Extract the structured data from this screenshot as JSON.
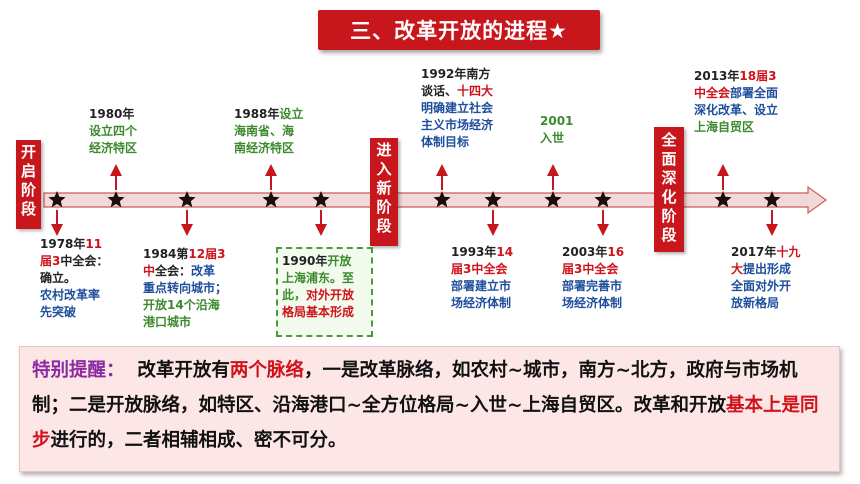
{
  "title": "三、改革开放的进程★",
  "stages": {
    "start": [
      "开",
      "启",
      "阶",
      "段"
    ],
    "enter": [
      "进",
      "入",
      "新",
      "阶",
      "段"
    ],
    "deep": [
      "全",
      "面",
      "深",
      "化",
      "阶",
      "段"
    ]
  },
  "events": {
    "e1978": {
      "l1a": "1978年",
      "l1b": "11",
      "l2a": "届3",
      "l2b": "中全会：",
      "l3": "确立。",
      "l4": "农村改革率",
      "l5": "先突破"
    },
    "e1980": {
      "l1": "1980年",
      "l2": "设立四个",
      "l3": "经济特区"
    },
    "e1984": {
      "l1a": "1984第",
      "l1b": "12届3",
      "l2a": "中",
      "l2b": "全会：",
      "l2c": "改革",
      "l3": "重点转向城市；",
      "l4": "开放14个沿海",
      "l5": "港口城市"
    },
    "e1988": {
      "l1a": "1988年",
      "l1b": "设立",
      "l2": "海南省、海",
      "l3": "南经济特区"
    },
    "e1990": {
      "l1a": "1990年",
      "l1b": "开放",
      "l2": "上海浦东。至",
      "l3a": "此，",
      "l3b": "对外开放",
      "l4": "格局基本形成"
    },
    "e1992": {
      "l1": "1992年南方",
      "l2a": "谈话、",
      "l2b": "十四大",
      "l3": "明确建立社会",
      "l4": "主义市场经济",
      "l5": "体制目标"
    },
    "e1993": {
      "l1a": "1993年",
      "l1b": "14",
      "l2": "届3中全会",
      "l3": "部署建立市",
      "l4": "场经济体制"
    },
    "e2001": {
      "l1": "2001",
      "l2": "入世"
    },
    "e2003": {
      "l1a": "2003年",
      "l1b": "16",
      "l2": "届3中全会",
      "l3": "部署完善市",
      "l4": "场经济体制"
    },
    "e2013": {
      "l1a": "2013年",
      "l1b": "18届3",
      "l2a": "中全会",
      "l2b": "部署全面",
      "l3": "深化改革、设立",
      "l4": "上海自贸区"
    },
    "e2017": {
      "l1a": "2017年",
      "l1b": "十九",
      "l2a": "大",
      "l2b": "提出形成",
      "l3": "全面对外开",
      "l4": "放新格局"
    }
  },
  "reminder": {
    "label": "特别提醒：",
    "t1": "改革开放有",
    "h1": "两个脉络",
    "t2": "，一是改革脉络，如农村~城市，南方~北方，政府与市场机制；二是开放脉络，如特区、沿海港口~全方位格局~入世~上海自贸区。改革和开放",
    "h2": "基本上是同步",
    "t3": "进行的，二者相辅相成、密不可分。"
  },
  "colors": {
    "accent_red": "#c8161d",
    "green": "#3d8a2e",
    "blue": "#1f4e9c",
    "purple": "#8b2aa3",
    "timeline_fill": "#f2d9d9"
  }
}
